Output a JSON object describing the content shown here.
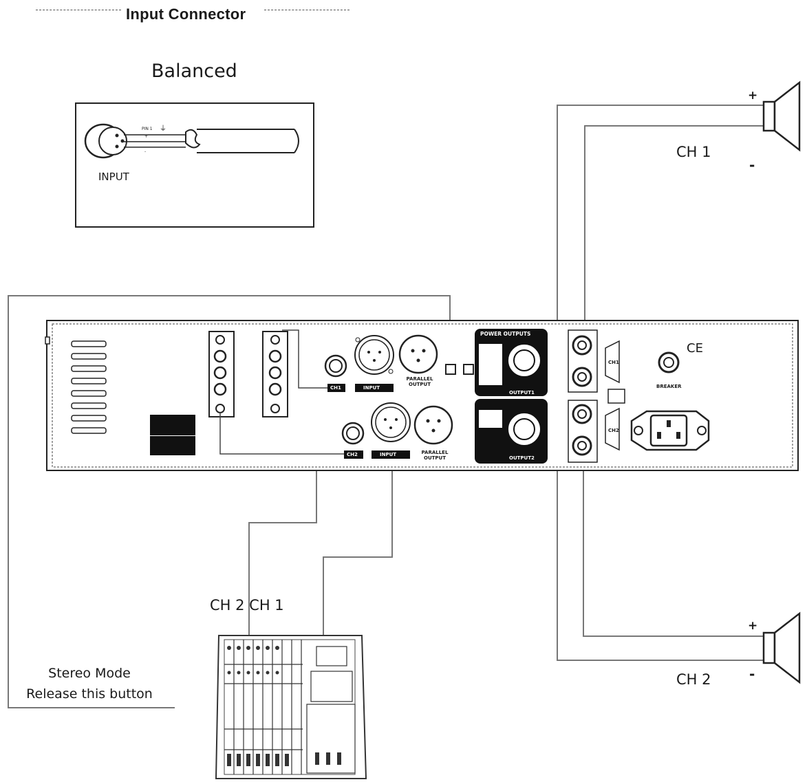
{
  "header": {
    "title": "Input Connector"
  },
  "balanced": {
    "title": "Balanced",
    "input_label": "INPUT"
  },
  "speakers": [
    {
      "label": "CH 1",
      "plus": "+",
      "minus": "-"
    },
    {
      "label": "CH 2",
      "plus": "+",
      "minus": "-"
    }
  ],
  "mixer": {
    "label": "CH 2 CH 1"
  },
  "note": {
    "line1": "Stereo Mode",
    "line2": "Release this button"
  },
  "amp_panel": {
    "ch1_tag": "CH1",
    "ch2_tag": "CH2",
    "input_label": "INPUT",
    "parallel_output": "PARALLEL OUTPUT",
    "power_outputs": "POWER OUTPUTS",
    "output1": "OUTPUT1",
    "output2": "OUTPUT2",
    "breaker": "BREAKER",
    "ce_mark": "CE",
    "terminal_ch1": "CH1",
    "terminal_ch2": "CH2"
  },
  "colors": {
    "line": "#1a1a1a",
    "wire": "#555555",
    "panel_black": "#111111"
  }
}
